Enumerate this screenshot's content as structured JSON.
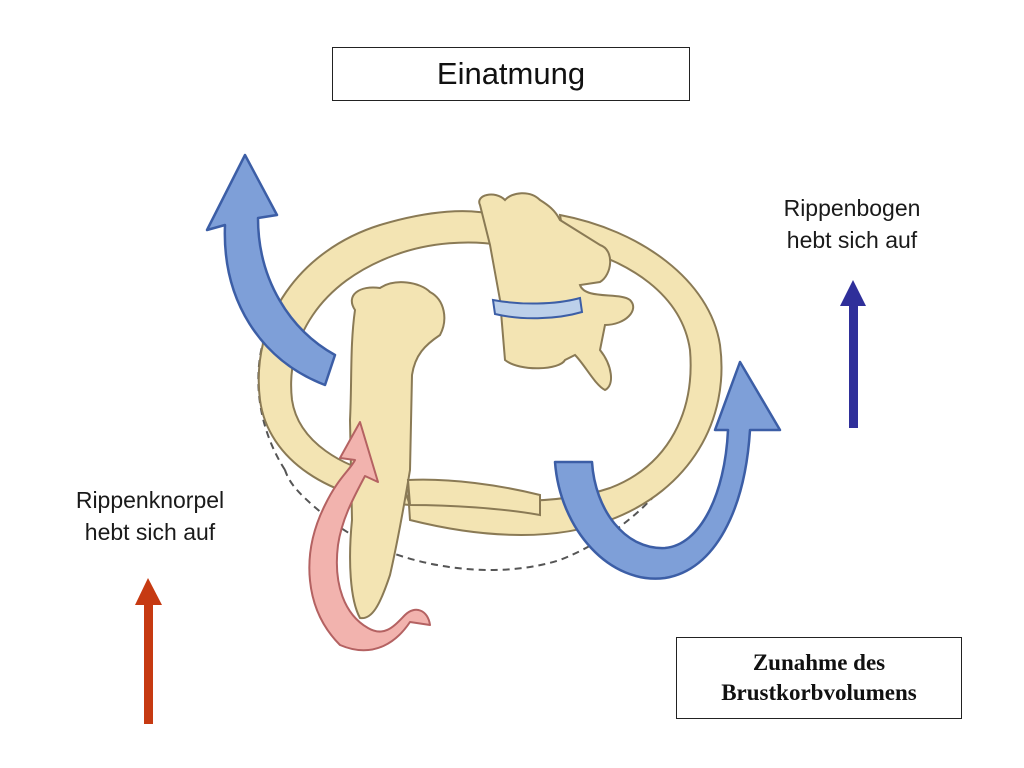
{
  "title": "Einatmung",
  "labels": {
    "rib_arch_line1": "Rippenbogen",
    "rib_arch_line2": "hebt sich auf",
    "rib_cartilage_line1": "Rippenknorpel",
    "rib_cartilage_line2": "hebt sich auf"
  },
  "result": {
    "line1": "Zunahme des",
    "line2": "Brustkorbvolumens"
  },
  "colors": {
    "bone": "#f3e4b3",
    "bone_outline": "#8a7a55",
    "blue_arrow": "#7e9fd8",
    "blue_arrow_outline": "#3c5ea6",
    "pink_arrow": "#f2b3ae",
    "pink_arrow_outline": "#b46262",
    "indicator_blue": "#2f2f9a",
    "indicator_red": "#c63a12"
  }
}
